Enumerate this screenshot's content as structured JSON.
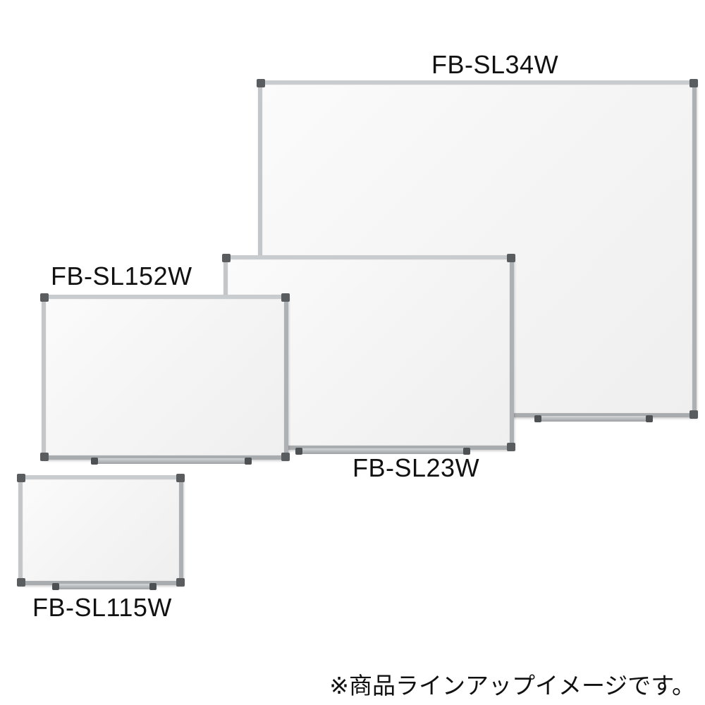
{
  "boards": [
    {
      "label": "FB-SL34W"
    },
    {
      "label": "FB-SL23W"
    },
    {
      "label": "FB-SL152W"
    },
    {
      "label": "FB-SL115W"
    }
  ],
  "caption": "※商品ラインアップイメージです。"
}
